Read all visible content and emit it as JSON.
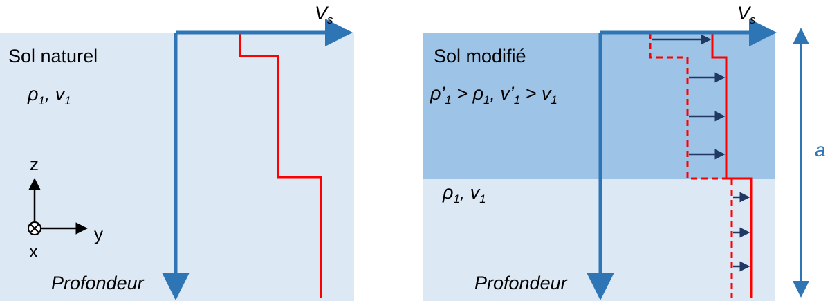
{
  "colors": {
    "soil_natural": "#dde8f5",
    "soil_modified": "#9dc3e6",
    "axis_blue": "#2e75b6",
    "profile_red": "#ff0000",
    "arrow_navy": "#1f3864",
    "annotation_blue": "#2e75b6"
  },
  "left_panel": {
    "title": "Sol naturel",
    "props": {
      "rho": "ρ",
      "rho_sub": "1",
      "sep": ", ",
      "v": "v",
      "v_sub": "1"
    },
    "axis_label": "V",
    "axis_label_sub": "s",
    "depth_label": "Profondeur",
    "coords": {
      "z": "z",
      "y": "y",
      "x": "x"
    }
  },
  "right_panel": {
    "title": "Sol modifié",
    "props_modified": {
      "rho": "ρ’",
      "rho_sub": "1",
      "gt1": " > ",
      "rho2": "ρ",
      "rho2_sub": "1",
      "sep": ", ",
      "v": "v’",
      "v_sub": "1",
      "gt2": " > ",
      "v2": "v",
      "v2_sub": "1"
    },
    "props_base": {
      "rho": "ρ",
      "rho_sub": "1",
      "sep": ", ",
      "v": "v",
      "v_sub": "1"
    },
    "axis_label": "V",
    "axis_label_sub": "s",
    "depth_label": "Profondeur",
    "dimension_label": "a"
  }
}
